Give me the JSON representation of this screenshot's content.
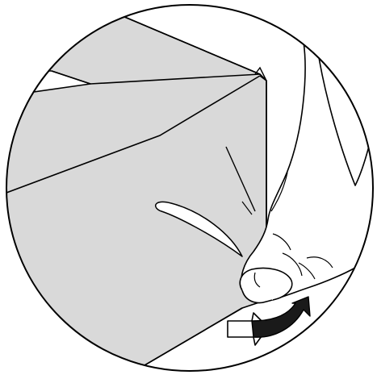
{
  "illustration": {
    "colors": {
      "background": "#ffffff",
      "surface_fill": "#d9d9d9",
      "outline": "#000000",
      "arrow_fill": "#1a1a1a"
    },
    "parts": [
      "circular-frame",
      "box-top-panel",
      "box-front-panel",
      "creased-fold",
      "hand",
      "thumb",
      "rotation-arrow"
    ]
  }
}
